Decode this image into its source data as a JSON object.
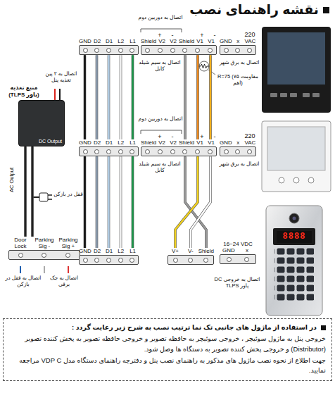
{
  "diagram": {
    "title": "نقشه راهنمای نصب",
    "nodes": [
      {
        "text": [
          "GND",
          "D2",
          "D1",
          "L2",
          "L1"
        ]
      },
      {
        "text": [
          "Shield",
          "V2",
          "V2",
          "Shield",
          "V1",
          "V1"
        ]
      },
      {
        "text": [
          "GND",
          "x",
          "VAC"
        ]
      },
      {
        "text": [
          "GND",
          "D2",
          "D1",
          "L2",
          "L1"
        ]
      },
      {
        "text": [
          "Shield",
          "V2",
          "V2",
          "Shield",
          "V1",
          "V1"
        ]
      },
      {
        "text": [
          "GND",
          "x",
          "VAC"
        ]
      },
      {
        "text": [
          "منبع تغذیه (پاور TLPS)",
          "DC Output"
        ]
      },
      {
        "text": [
          "Door Lock",
          "Parking Sig -",
          "Parking Sig +"
        ]
      },
      {
        "text": [
          "GND",
          "D2",
          "D1",
          "L2",
          "L1"
        ]
      },
      {
        "text": [
          "V+",
          "V-",
          "Shield"
        ]
      },
      {
        "text": [
          "16~24 VDC",
          "GND",
          "x"
        ]
      },
      {
        "text": [
          "8888"
        ]
      },
      {
        "text": [
          "در استفاده از ماژول های جانبی تک نما ترتیب نصب به شرح زیر رعایت گردد :",
          "خروجی پنل به ماژول سوئیچر ، خروجی سوئیچر به حافظه تصویر و خروجی حافظه تصویر به پخش کننده تصویر (Distributor) و خروجی پخش کننده تصویر به دستگاه ها وصل شود.",
          "جهت اطلاع از نحوه نصب ماژول های مذکور به راهنمای نصب پنل و دفترچه راهنمای دستگاه مدل VDP C مراجعه نمایید."
        ]
      }
    ],
    "edges": [
      {
        "from": 0,
        "to": 3,
        "arrow": "none"
      },
      {
        "from": 3,
        "to": 8,
        "arrow": "none"
      },
      {
        "from": 1,
        "to": 4,
        "arrow": "none"
      },
      {
        "from": 4,
        "to": 9,
        "arrow": "none"
      },
      {
        "from": 6,
        "to": 7,
        "arrow": "none"
      }
    ],
    "labels": [
      "اتصال به دوربین دوم",
      "+",
      "-",
      "+",
      "-",
      "220",
      "اتصال به برق شهر",
      "اتصال به سیم شیلد کابل",
      "R=75 (مقاومت ۷۵ اهم)",
      "اتصال به دوربین دوم",
      "+",
      "-",
      "+",
      "-",
      "220",
      "اتصال به برق شهر",
      "اتصال به سیم شیلد کابل",
      "اتصال به ۲ پین تغذیه پنل",
      "AC Output",
      "قفل در بازکن",
      "اتصال به قفل در بازکن",
      "اتصال به جک برقی",
      "اتصال به خروجی DC پاور TLPS"
    ]
  }
}
